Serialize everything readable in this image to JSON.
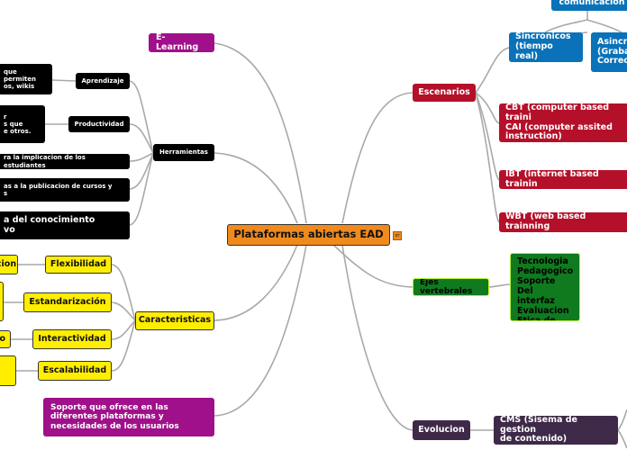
{
  "center": {
    "label": "Plataformas abiertas EAD"
  },
  "left": {
    "e_learning": "E- Learning",
    "herramientas": {
      "label": "Herramientas",
      "aprendizaje": {
        "label": "Aprendizaje",
        "detail": "que permiten\nos, wikis"
      },
      "productividad": {
        "label": "Productividad",
        "detail": "r\ns que\ne otros."
      },
      "implicacion": "ra la implicacion de los estudiantes",
      "publicacion": "as a la publicacion de cursos y\ns",
      "conocimiento": "a del conocimiento\nvo"
    },
    "caracteristicas": {
      "label": "Caracteristicas",
      "flexibilidad": {
        "label": "Flexibilidad",
        "detail": "cion"
      },
      "estandarizacion": {
        "label": "Estandarización"
      },
      "interactividad": {
        "label": "Interactividad",
        "detail": "o"
      },
      "escalabilidad": {
        "label": "Escalabilidad"
      }
    },
    "soporte": "Soporte que ofrece en las\ndiferentes plataformas y\nnecesidades de los usuarios"
  },
  "right": {
    "escenarios": {
      "label": "Escenarios",
      "comunicacion": "comunicacion",
      "sincronicos": "Sincronicos\n(tiempo real)",
      "asincronicos": "Asincr\n(Graba\nCorreo",
      "cbt": "CBT (computer based traini\nCAI (computer assited\ninstruction)",
      "ibt": "IBT (internet based trainin",
      "wbt": "WBT (web based trainning"
    },
    "ejes": {
      "label": "Ejes vertebrales",
      "items": "Tecnologia\nPedagogico\nSoporte\nDel interfaz\nEvaluacion\nEtica de uso"
    },
    "evolucion": {
      "label": "Evolucion",
      "cms": "CMS (Sisema de gestion\nde contenido)"
    }
  },
  "colors": {
    "center": "#f08a1d",
    "escenarios": "#b5102a",
    "comunicacion": "#0a72b8",
    "ejes": "#0f7a1e",
    "evolucion": "#3e2a48",
    "e_learning": "#a0108a",
    "caracteristicas": "#ffee00",
    "herramientas": "#000000"
  }
}
